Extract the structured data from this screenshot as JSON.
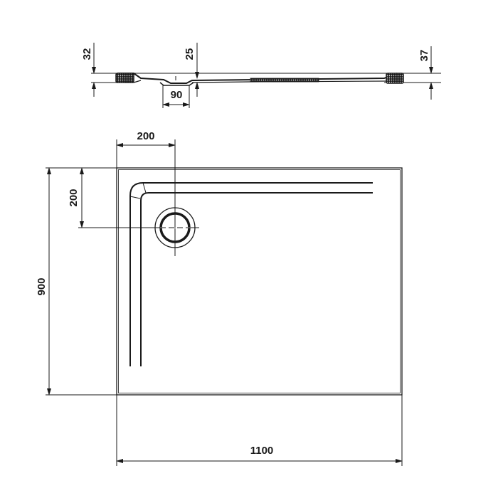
{
  "drawing": {
    "subject": "shower tray technical drawing",
    "colors": {
      "line": "#1a1a1a",
      "background": "#ffffff"
    },
    "side_view": {
      "dimensions": {
        "left_height": "32",
        "drain_height": "25",
        "right_height": "37",
        "drain_width": "90"
      }
    },
    "top_view": {
      "dimensions": {
        "drain_offset_x": "200",
        "drain_offset_y": "200",
        "width": "1100",
        "depth": "900"
      }
    }
  }
}
